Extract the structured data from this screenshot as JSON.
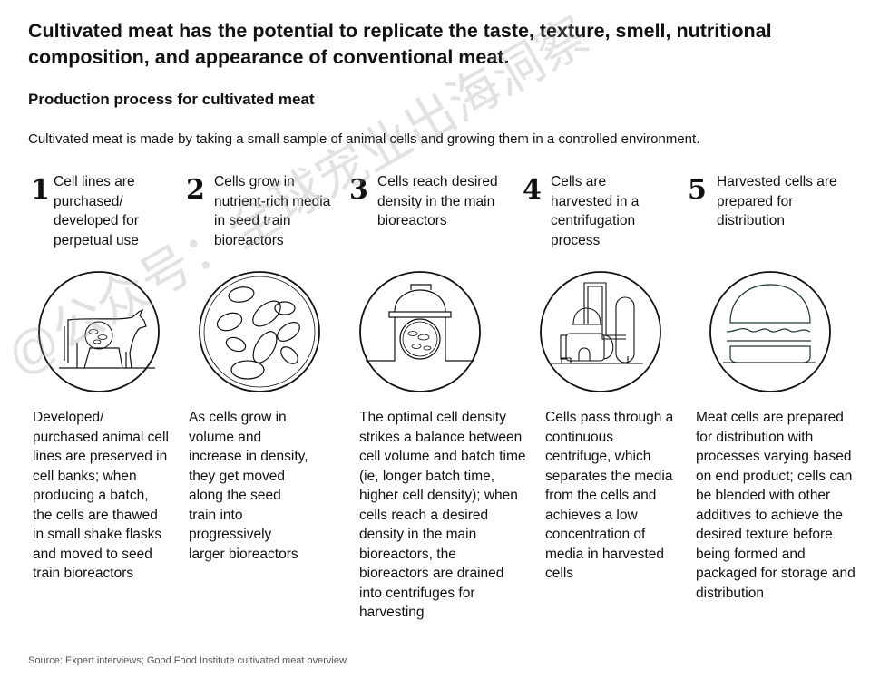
{
  "title": "Cultivated meat has the potential to replicate the taste, texture, smell, nutritional composition, and appearance of conventional meat.",
  "subtitle": "Production process for cultivated meat",
  "intro": "Cultivated meat is made by taking a small sample of animal cells and growing them in a controlled environment.",
  "steps": [
    {
      "number": "1",
      "heading": "Cell lines are purchased/ developed for perpetual use",
      "icon": "cow-icon",
      "description": "Developed/ purchased animal cell lines are preserved in cell banks; when producing a batch, the cells are thawed in small shake flasks and moved to seed train bioreactors"
    },
    {
      "number": "2",
      "heading": "Cells grow in nutrient-rich media in seed train bioreactors",
      "icon": "cells-dish-icon",
      "description": "As cells grow in volume and increase in density, they get moved along the seed train into progressively larger bioreactors"
    },
    {
      "number": "3",
      "heading": "Cells reach desired density in the main bioreactors",
      "icon": "bioreactor-icon",
      "description": "The optimal cell density strikes a balance between cell volume and batch time (ie, longer batch time, higher cell density); when cells reach a desired density in the main bioreactors, the bioreactors are drained into centrifuges for harvesting"
    },
    {
      "number": "4",
      "heading": "Cells are harvested in a centrifugation process",
      "icon": "centrifuge-icon",
      "description": "Cells pass through a continuous centrifuge, which separates the media from the cells and achieves a low concentration of media in harvested cells"
    },
    {
      "number": "5",
      "heading": "Harvested cells are prepared for distribution",
      "icon": "burger-icon",
      "description": "Meat cells are prepared for distribution with processes varying based on end product; cells can be blended with other additives to achieve the desired texture before being formed and packaged for storage and distribution"
    }
  ],
  "source": "Source: Expert interviews; Good Food Institute cultivated meat overview",
  "watermark": "@公众号：全球宠业出海洞察"
}
